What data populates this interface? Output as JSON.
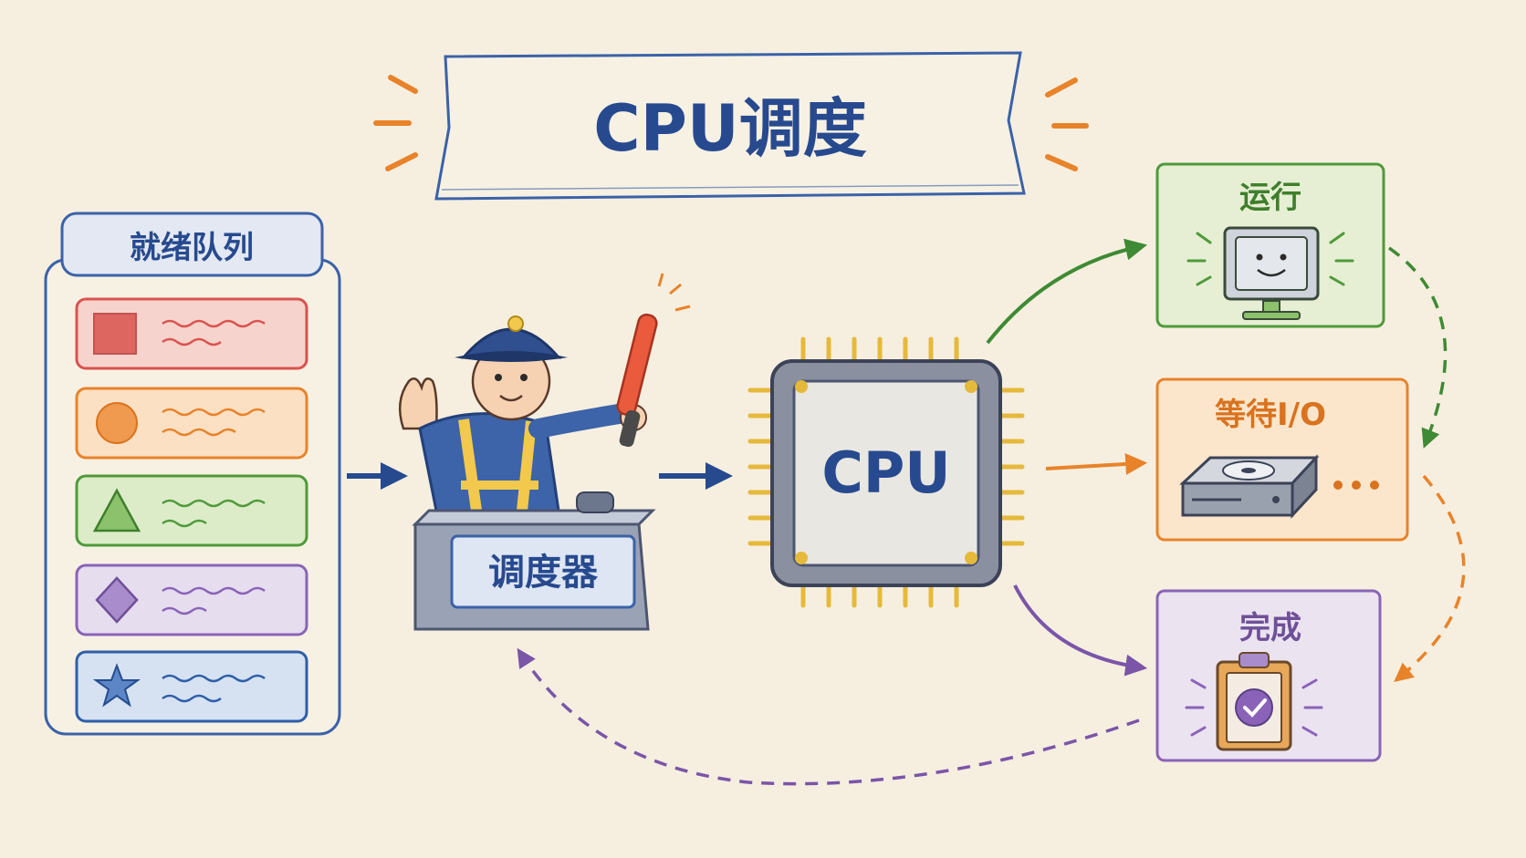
{
  "title": "CPU调度",
  "queue": {
    "label": "就绪队列",
    "items": [
      {
        "shape": "square",
        "color": "#d9534f",
        "fill": "#f6d3cc"
      },
      {
        "shape": "circle",
        "color": "#e8832a",
        "fill": "#fbe0c4"
      },
      {
        "shape": "triangle",
        "color": "#4f9a3a",
        "fill": "#dcecc9"
      },
      {
        "shape": "diamond",
        "color": "#8a63b8",
        "fill": "#e6ddef"
      },
      {
        "shape": "star",
        "color": "#2f5ea8",
        "fill": "#d6e2f2"
      }
    ]
  },
  "scheduler": {
    "label": "调度器"
  },
  "cpu": {
    "label": "CPU"
  },
  "states": {
    "running": {
      "label": "运行",
      "color": "#4f9a3a",
      "fill": "#e6efd4",
      "icon": "monitor-smiley-icon"
    },
    "waiting": {
      "label": "等待I/O",
      "color": "#e8832a",
      "fill": "#fbe6cc",
      "icon": "disk-drive-icon"
    },
    "done": {
      "label": "完成",
      "color": "#8a63b8",
      "fill": "#ebe3f0",
      "icon": "clipboard-check-icon"
    }
  },
  "colors": {
    "ink_blue": "#274a8f",
    "cpu_gray": "#6e7480",
    "pin_gold": "#e5b93a",
    "paper": "#f6efe0"
  }
}
